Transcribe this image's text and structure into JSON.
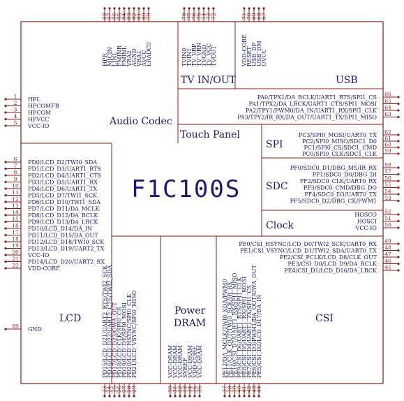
{
  "chip_name": "F1C100S",
  "blocks": {
    "audio": "Audio Codec",
    "tv": "TV IN/OUT",
    "usb": "USB",
    "touch": "Touch Panel",
    "spi": "SPI",
    "sdc": "SDC",
    "clock": "Clock",
    "lcd": "LCD",
    "dram": "Power\nDRAM",
    "csi": "CSI"
  },
  "pins_top": [
    {
      "n": "88",
      "l": "HPR"
    },
    {
      "n": "87",
      "l": "MICIN"
    },
    {
      "n": "86",
      "l": "LINL"
    },
    {
      "n": "85",
      "l": "FMINR"
    },
    {
      "n": "84",
      "l": "FMINL"
    },
    {
      "n": "83",
      "l": "VRA2"
    },
    {
      "n": "82",
      "l": "AGND"
    },
    {
      "n": "81",
      "l": "VRA1"
    },
    {
      "n": "80",
      "l": "AVCC"
    },
    {
      "n": "79",
      "l": "LRADC0"
    },
    {
      "n": "78",
      "l": "TVIN0"
    },
    {
      "n": "77",
      "l": "TVIN1"
    },
    {
      "n": "76",
      "l": "TV_VRP"
    },
    {
      "n": "75",
      "l": "TV_VRN"
    },
    {
      "n": "74",
      "l": "TVGND"
    },
    {
      "n": "73",
      "l": "TV_VCC"
    },
    {
      "n": "72",
      "l": "TVOUT"
    },
    {
      "n": "71",
      "l": "VDD-CORE"
    },
    {
      "n": "70",
      "l": "RESET"
    },
    {
      "n": "69",
      "l": "USB_DP"
    },
    {
      "n": "68",
      "l": "USB_DM"
    },
    {
      "n": "67",
      "l": "UVCC"
    }
  ],
  "pins_left": [
    {
      "n": "1",
      "l": "HPL"
    },
    {
      "n": "2",
      "l": "HPCOMFB"
    },
    {
      "n": "3",
      "l": "HPCOM"
    },
    {
      "n": "4",
      "l": "HPVCC"
    },
    {
      "n": "5",
      "l": "VCC-IO"
    },
    {
      "n": "6",
      "l": "PD0/LCD_D2/TWI0_SDA"
    },
    {
      "n": "7",
      "l": "PD1/LCD_D3/UART1_RTS"
    },
    {
      "n": "8",
      "l": "PD2/LCD_D4/UART1_CTS"
    },
    {
      "n": "9",
      "l": "PD3/LCD_D5/UART1_RX"
    },
    {
      "n": "10",
      "l": "PD4/LCD_D6/UART1_TX"
    },
    {
      "n": "11",
      "l": "PD5/LCD_D7/TWI1_SCK"
    },
    {
      "n": "12",
      "l": "PD6/LCD_D10/TWI1_SDA"
    },
    {
      "n": "13",
      "l": "PD7/LCD_D11/DA_MCLK"
    },
    {
      "n": "14",
      "l": "PD8/LCD_D12/DA_BCLK"
    },
    {
      "n": "15",
      "l": "PD9/LCD_D13/DA_LRCK"
    },
    {
      "n": "16",
      "l": "PD10/LCD_D14/DA_IN"
    },
    {
      "n": "17",
      "l": "PD11/LCD_D15/DA_OUT"
    },
    {
      "n": "18",
      "l": "PD12/LCD_D18/TWI0_SCK"
    },
    {
      "n": "19",
      "l": "PD13/LCD_D19/UART2_TX"
    },
    {
      "n": "20",
      "l": "VCC-IO"
    },
    {
      "n": "21",
      "l": "PD14/LCD_D20/UART2_RX"
    },
    {
      "n": "22",
      "l": "VDD-CORE"
    },
    {
      "n": "89",
      "l": "GND"
    }
  ],
  "pins_right": [
    {
      "n": "66",
      "l": "PA0/TPX1/DA_BCLK/UART1_RTS/SPI1_CS"
    },
    {
      "n": "65",
      "l": "PA1/TPX2/DA_LRCK/UART1_CTS/SPI1_MOSI"
    },
    {
      "n": "64",
      "l": "PA2/TPY1/PWM0/DA_IN/UART1_RX/SPI1_CLK"
    },
    {
      "n": "63",
      "l": "PA3/TPY2/IR_RX/DA_OUT/UART1_TX/SPI1_MISO"
    },
    {
      "n": "62",
      "l": "PC3/SPI0_MOSI/UART0_TX"
    },
    {
      "n": "61",
      "l": "PC2/SPI0_MISO/SDC1_D0"
    },
    {
      "n": "60",
      "l": "PC1/SPI0_CS/SDC1_CMD"
    },
    {
      "n": "59",
      "l": "PC0/SPI0_CLK/SDC1_CLK"
    },
    {
      "n": "58",
      "l": "PF0/SDC0_D1/DBG_MS/IR_RX"
    },
    {
      "n": "57",
      "l": "PF1/SDC0_D0/DBG_DI"
    },
    {
      "n": "56",
      "l": "PF2/SDC0_CLK/UART0_RX"
    },
    {
      "n": "55",
      "l": "PF3/SDC0_CMD/DBG_DO"
    },
    {
      "n": "54",
      "l": "PF4/SDC0_D3/UART0_TX"
    },
    {
      "n": "53",
      "l": "PF5/SDC0_D2/DBG_CK/PWM1"
    },
    {
      "n": "52",
      "l": "HOSCO"
    },
    {
      "n": "51",
      "l": "HOSCI"
    },
    {
      "n": "50",
      "l": "VCC-IO"
    },
    {
      "n": "49",
      "l": "PE0/CSI_HSYNC/LCD_D0/TWI2_SCK/UART0_RX"
    },
    {
      "n": "48",
      "l": "PE1/CSI_VSYNC/LCD_D1/TWI2_SDA/UART0_TX"
    },
    {
      "n": "47",
      "l": "PE2/CSI_PCLK/LCD_D8/CLK_OUT"
    },
    {
      "n": "46",
      "l": "PE3/CSI_D0/LCD_D9/DA_BCLK"
    },
    {
      "n": "45",
      "l": "PE4/CSI_D1/LCD_D16/DA_LRCK"
    }
  ],
  "pins_bottom": [
    {
      "n": "23",
      "l": "PD15/LCD_D21/UART2_RTS/TWI2_SCK"
    },
    {
      "n": "24",
      "l": "PD16/LCD_D22/UART2_CTS/TWI2_SDA"
    },
    {
      "n": "25",
      "l": "PD17/LCD_D23/OWA_OUT"
    },
    {
      "n": "26",
      "l": "PD18/LCD_CLK/SPI0_CS"
    },
    {
      "n": "27",
      "l": "PD19/LCD_DE/SPI0_MOSI"
    },
    {
      "n": "28",
      "l": "PD20/LCD_HSYNC/SPI0_CLK"
    },
    {
      "n": "29",
      "l": "PD21/LCD_VSYNC/SPI0_MISO"
    },
    {
      "n": "30",
      "l": "VCC-DRAM"
    },
    {
      "n": "31",
      "l": "VCC-DRAM"
    },
    {
      "n": "32",
      "l": "VCC-DRAM"
    },
    {
      "n": "33",
      "l": "SVREF"
    },
    {
      "n": "34",
      "l": "VCC-DRAM"
    },
    {
      "n": "35",
      "l": "VDD-CORE"
    },
    {
      "n": "36",
      "l": "VCC-DRAM"
    },
    {
      "n": "37",
      "l": "PE12/DA_MCLK/TWI0_SDA/PWM0"
    },
    {
      "n": "38",
      "l": "PE11/CLK_OUT/TWI0_SCK/IR_RX"
    },
    {
      "n": "39",
      "l": "PE10/CSI_D7/UART1_RX/SPI1_MISO"
    },
    {
      "n": "40",
      "l": "PE9/CSI_D6/UART1_RTS/SPI1_CLK"
    },
    {
      "n": "41",
      "l": "PE8/CSI_D5/UART1_RX/SPI1_MOSI"
    },
    {
      "n": "42",
      "l": "PE7/CSI_D4/UART1_TX/SPI1_CS"
    },
    {
      "n": "43",
      "l": "PE6/CSI_D3/PWM1/DA_OUT/OWA_OUT"
    },
    {
      "n": "44",
      "l": "PE5/CSI_D2/LCD_D17/DA_IN"
    }
  ]
}
